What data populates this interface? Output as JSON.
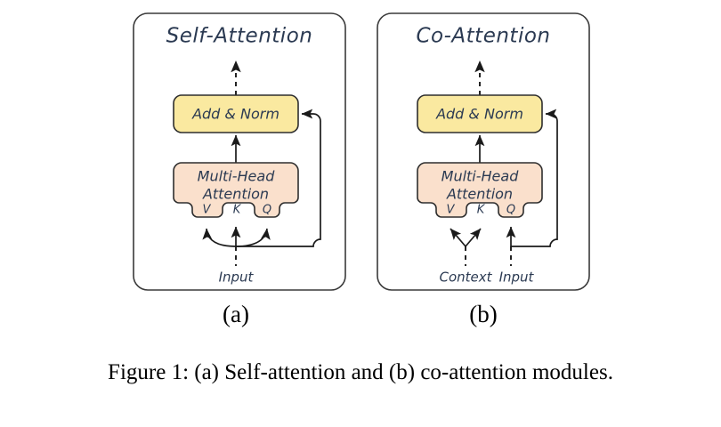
{
  "figure": {
    "caption": "Figure 1: (a) Self-attention and (b) co-attention modules.",
    "panels": [
      {
        "id": "self-attention",
        "title": "Self-Attention",
        "sublabel": "(a)",
        "add_norm_label": "Add & Norm",
        "attention_label_line1": "Multi-Head",
        "attention_label_line2": "Attention",
        "ports": [
          "V",
          "K",
          "Q"
        ],
        "inputs": [
          "Input"
        ]
      },
      {
        "id": "co-attention",
        "title": "Co-Attention",
        "sublabel": "(b)",
        "add_norm_label": "Add & Norm",
        "attention_label_line1": "Multi-Head",
        "attention_label_line2": "Attention",
        "ports": [
          "V",
          "K",
          "Q"
        ],
        "inputs": [
          "Context",
          "Input"
        ]
      }
    ]
  },
  "colors": {
    "add_norm_fill": "#fae9a0",
    "attention_fill": "#fae0cc",
    "panel_border": "#3a3a3a",
    "wire": "#1a1a1a",
    "handwritten_text": "#2b3a52",
    "caption_text": "#000000",
    "background": "#ffffff"
  }
}
